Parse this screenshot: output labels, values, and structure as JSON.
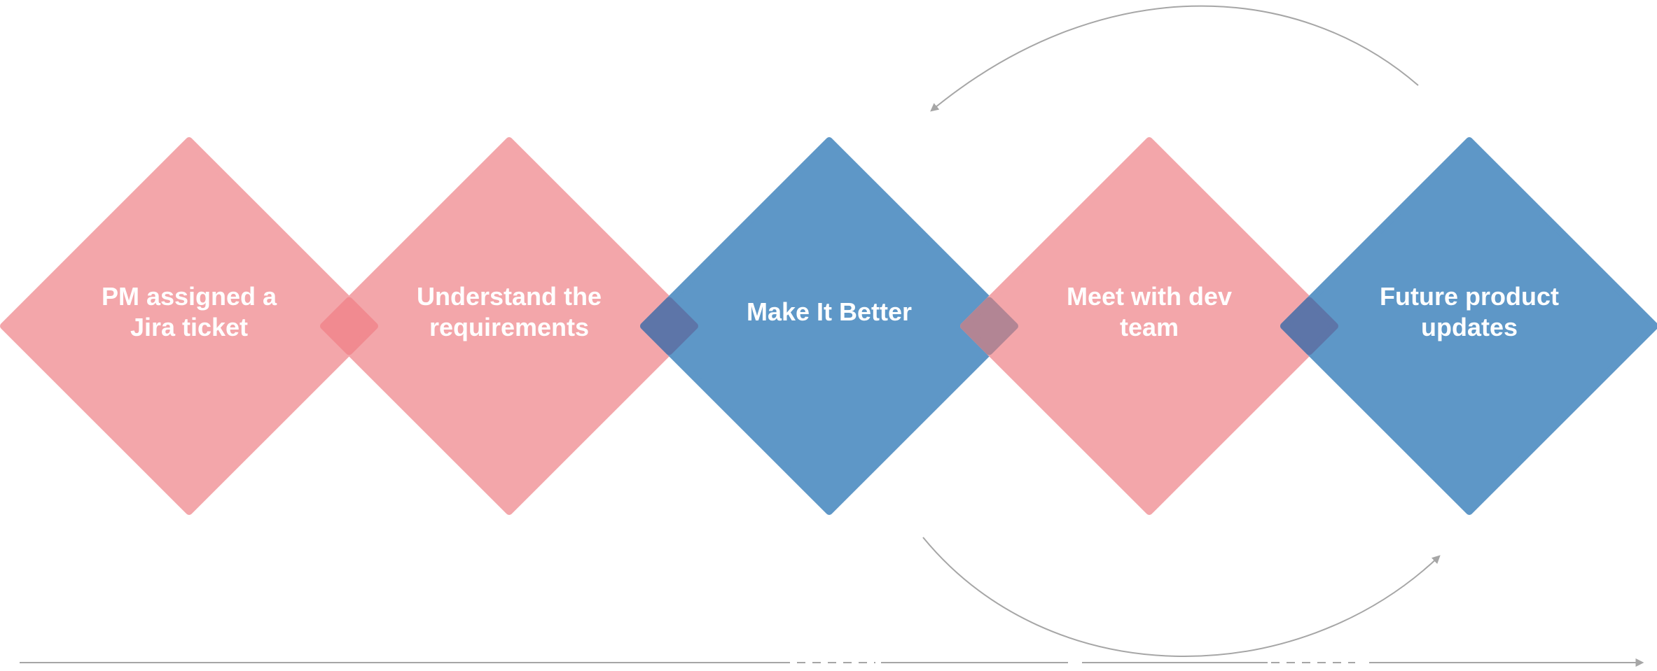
{
  "colors": {
    "pink": "#F3A6AA",
    "blue": "#5E97C7",
    "overlap_pink": "#F18A90",
    "overlap_pink_blue": "#5D75A8",
    "overlap_blue_pink": "#B28594",
    "arrow": "#A6A6A6",
    "label": "#FFFFFF"
  },
  "steps": [
    {
      "label": "PM assigned a Jira ticket",
      "color": "pink"
    },
    {
      "label": "Understand the requirements",
      "color": "pink"
    },
    {
      "label": "Make It Better",
      "color": "blue"
    },
    {
      "label": "Meet with dev team",
      "color": "pink"
    },
    {
      "label": "Future product updates",
      "color": "blue"
    }
  ]
}
